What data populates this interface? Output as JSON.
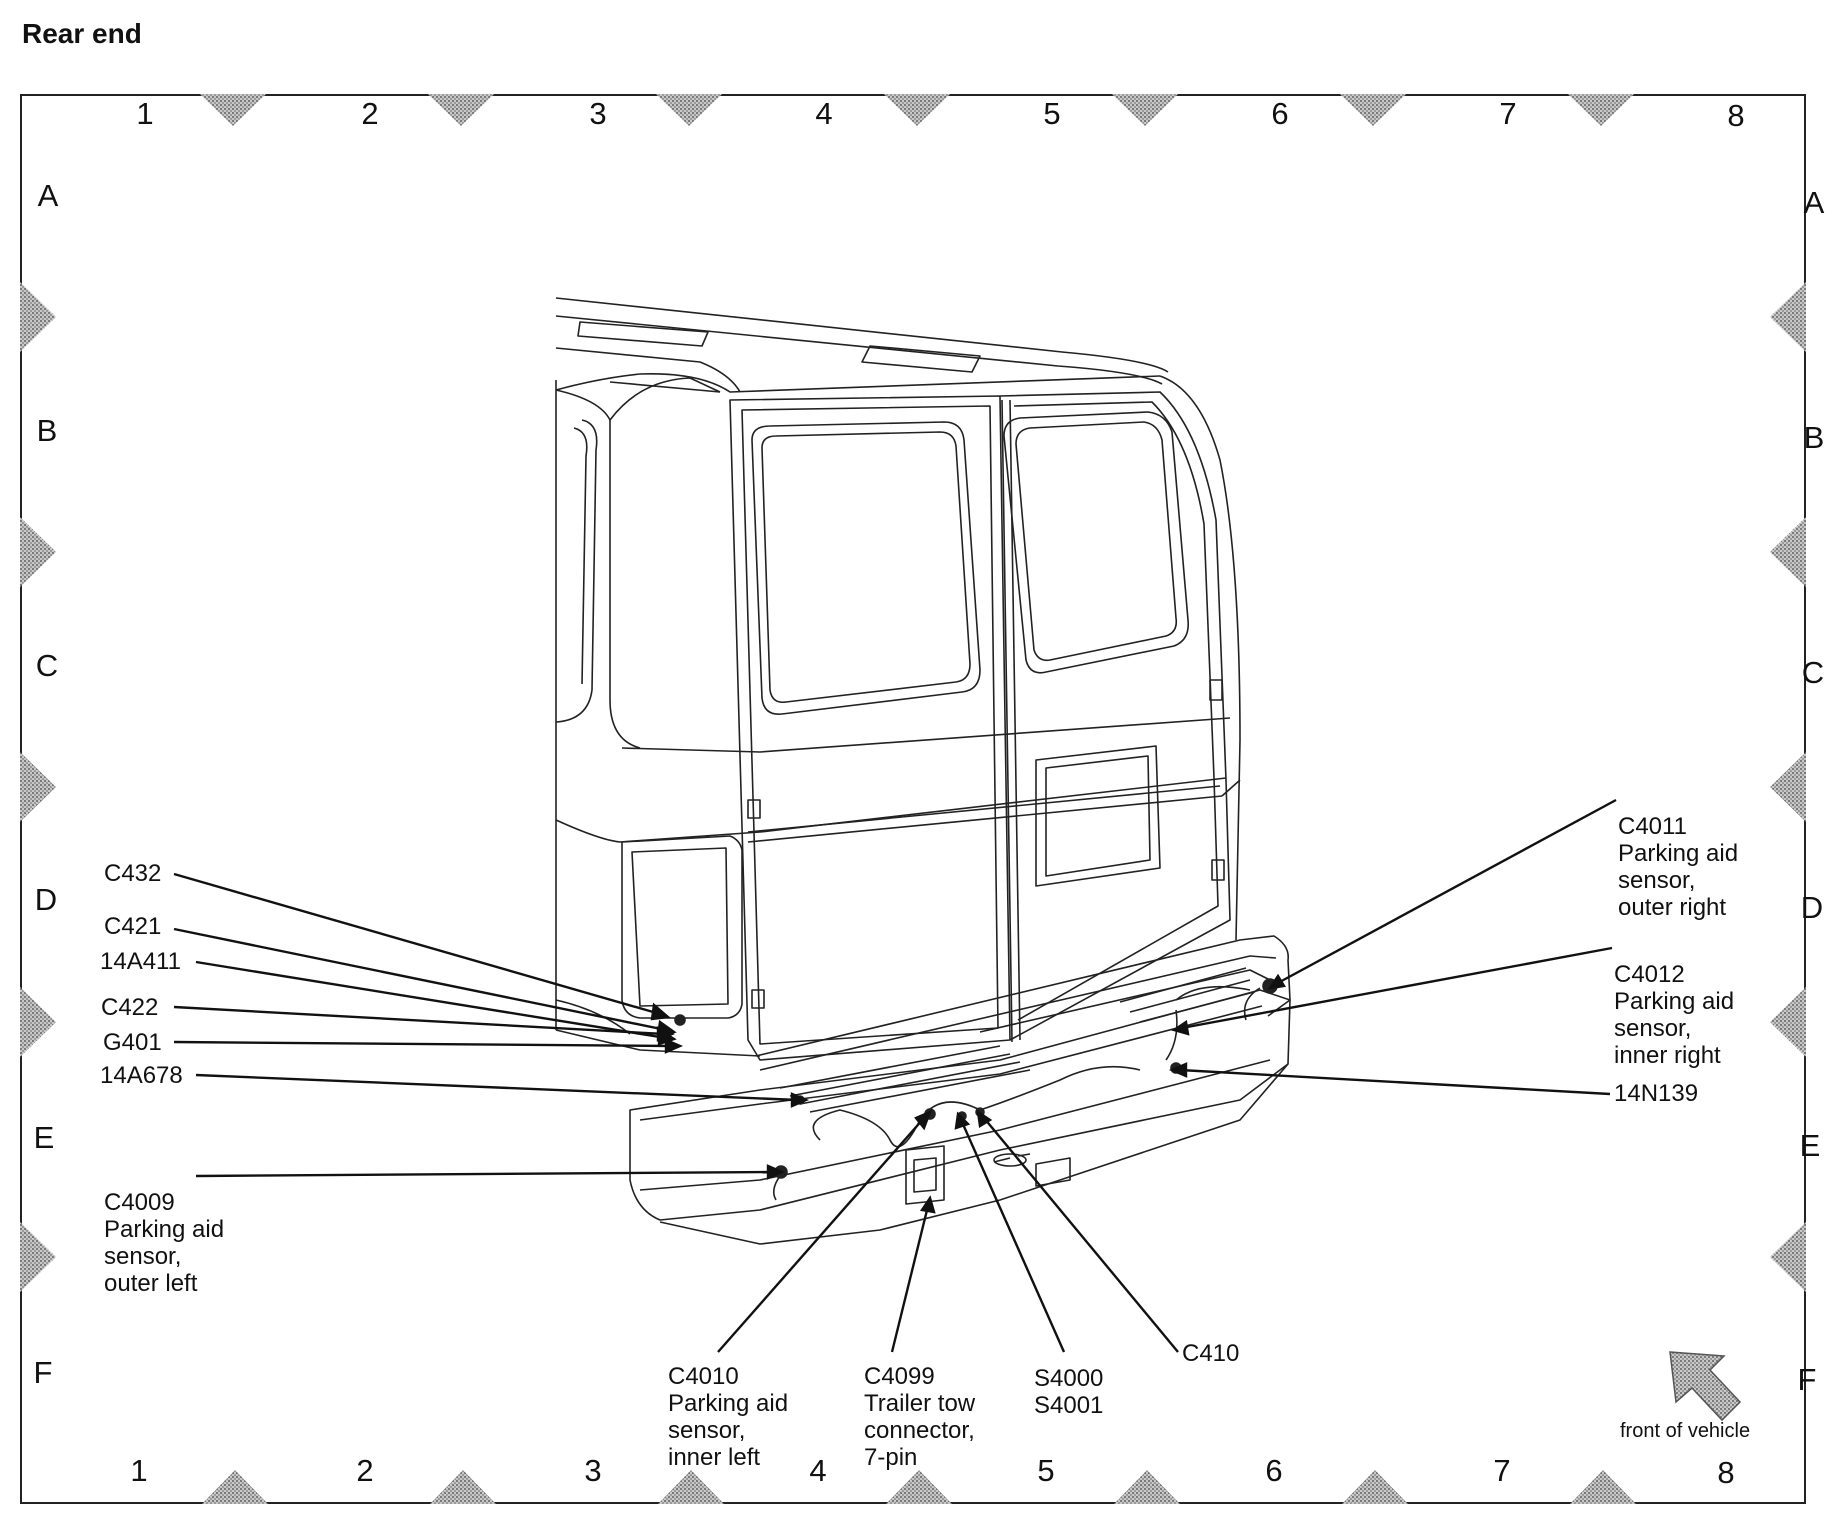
{
  "title": "Rear end",
  "grid": {
    "columns": [
      "1",
      "2",
      "3",
      "4",
      "5",
      "6",
      "7",
      "8"
    ],
    "rows": [
      "A",
      "B",
      "C",
      "D",
      "E",
      "F"
    ]
  },
  "callouts": {
    "c432": {
      "code": "C432",
      "desc": ""
    },
    "c421": {
      "code": "C421",
      "desc": ""
    },
    "w14a411": {
      "code": "14A411",
      "desc": ""
    },
    "c422": {
      "code": "C422",
      "desc": ""
    },
    "g401": {
      "code": "G401",
      "desc": ""
    },
    "w14a678": {
      "code": "14A678",
      "desc": ""
    },
    "c4009": {
      "code": "C4009",
      "desc": "Parking aid\nsensor,\nouter left"
    },
    "c4010": {
      "code": "C4010",
      "desc": "Parking aid\nsensor,\ninner left"
    },
    "c4099": {
      "code": "C4099",
      "desc": "Trailer tow\nconnector,\n7-pin"
    },
    "s4000": {
      "code": "S4000",
      "desc": "S4001"
    },
    "c410": {
      "code": "C410",
      "desc": ""
    },
    "c4011": {
      "code": "C4011",
      "desc": "Parking aid\nsensor,\nouter right"
    },
    "c4012": {
      "code": "C4012",
      "desc": "Parking aid\nsensor,\ninner right"
    },
    "w14n139": {
      "code": "14N139",
      "desc": ""
    }
  },
  "front_of_vehicle": "front of vehicle",
  "colors": {
    "line": "#111111",
    "marker": "#9a9a9a"
  }
}
